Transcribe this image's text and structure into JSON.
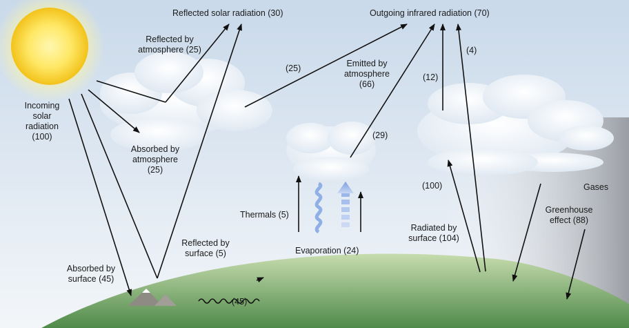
{
  "labels": {
    "reflected_solar": "Reflected solar radiation (30)",
    "outgoing_ir": "Outgoing infrared radiation (70)",
    "reflected_by_atmosphere": [
      "Reflected by",
      "atmosphere (25)"
    ],
    "incoming_solar": [
      "Incoming",
      "solar",
      "radiation",
      "(100)"
    ],
    "absorbed_by_atmosphere": [
      "Absorbed by",
      "atmosphere",
      "(25)"
    ],
    "absorbed_by_surface": [
      "Absorbed by",
      "surface (45)"
    ],
    "reflected_by_surface": [
      "Reflected by",
      "surface (5)"
    ],
    "cloud_to_space": "(25)",
    "emitted_by_atmosphere": [
      "Emitted by",
      "atmosphere",
      "(66)"
    ],
    "emitted_29": "(29)",
    "ir_12": "(12)",
    "ir_4": "(4)",
    "thermals": "Thermals (5)",
    "evaporation": "Evaporation (24)",
    "surface_ir_45": "(45)",
    "surface_to_atm_100": "(100)",
    "radiated_by_surface": [
      "Radiated by",
      "surface (104)"
    ],
    "gases": "Gases",
    "greenhouse_effect": [
      "Greenhouse",
      "effect (88)"
    ]
  },
  "colors": {
    "sky_top": "#c9d9ea",
    "sky_bottom": "#f3f6f9",
    "sun_core": "#fff7b0",
    "sun_edge": "#f2c21a",
    "ground_light": "#c7dcae",
    "ground_dark": "#4f8a4a",
    "gases_shade": "#9a9ea4",
    "evaporation_arrow": "#7a9fe0",
    "arrow": "#111111"
  }
}
